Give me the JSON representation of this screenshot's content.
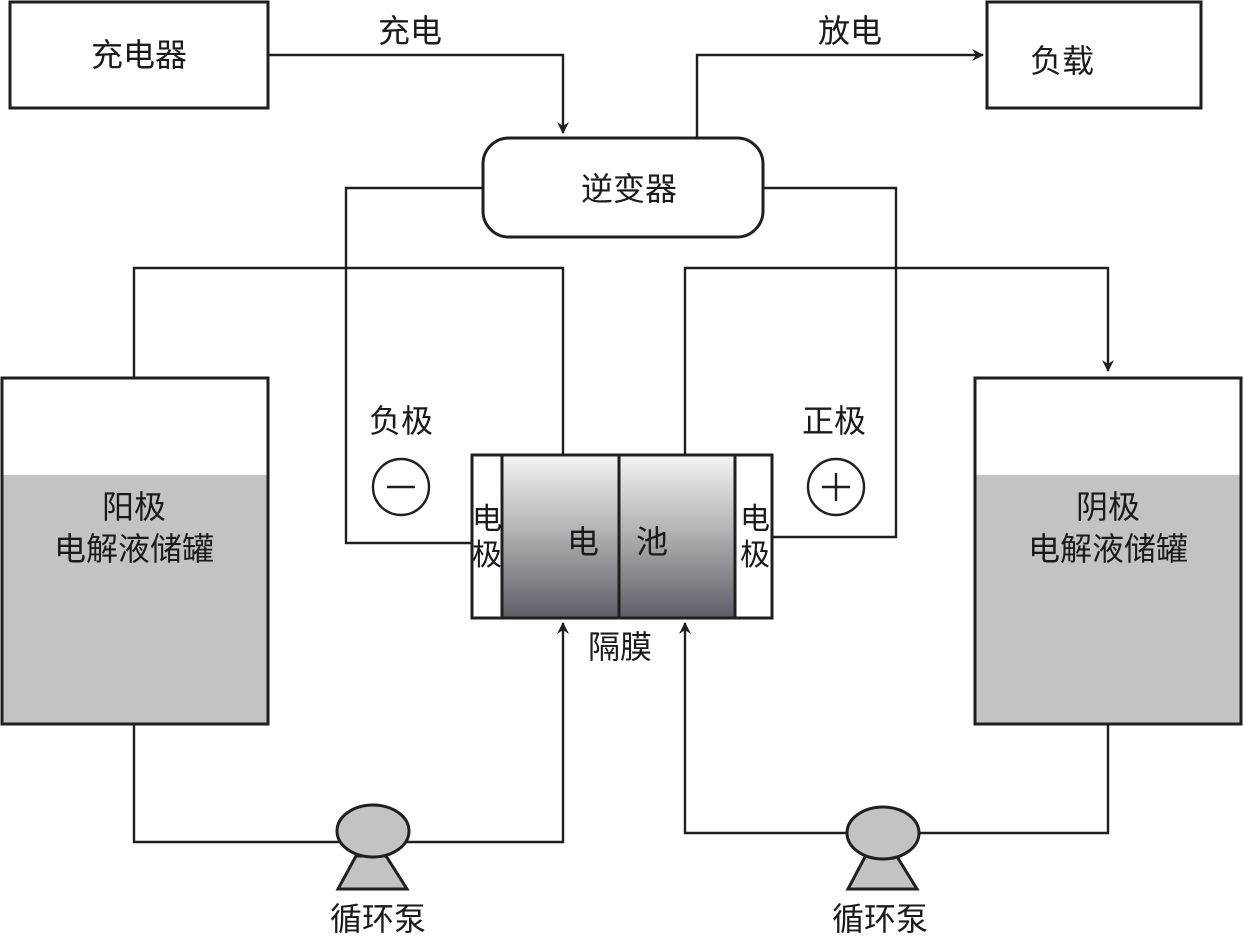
{
  "diagram": {
    "charger": {
      "label": "充电器"
    },
    "load": {
      "label": "负载"
    },
    "inverter": {
      "label": "逆变器"
    },
    "flows": {
      "charge": "充电",
      "discharge": "放电"
    },
    "poles": {
      "negative": "负极",
      "positive": "正极",
      "negative_symbol": "−",
      "positive_symbol": "+"
    },
    "cell": {
      "left_electrode": [
        "电",
        "极"
      ],
      "right_electrode": [
        "电",
        "极"
      ],
      "left_half": "电",
      "right_half": "池",
      "membrane": "隔膜"
    },
    "tanks": {
      "anode": {
        "line1": "阳极",
        "line2": "电解液储罐",
        "fill_level": 0.72
      },
      "cathode": {
        "line1": "阴极",
        "line2": "电解液储罐",
        "fill_level": 0.72
      }
    },
    "pumps": {
      "left": "循环泵",
      "right": "循环泵"
    },
    "colors": {
      "line": "#1f1f1f",
      "electrolyte": "#c3c3c3",
      "cell_top": "#f2f2f2",
      "cell_bottom": "#5e6168"
    }
  }
}
